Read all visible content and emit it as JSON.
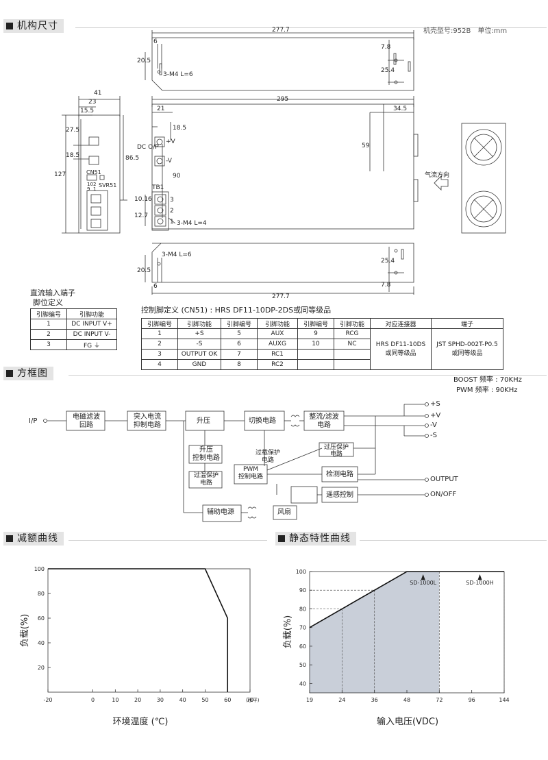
{
  "sections": {
    "mech": "机构尺寸",
    "block": "方框图",
    "derating": "减额曲线",
    "static": "静态特性曲线"
  },
  "case_info": "机壳型号:952B　单位:mm",
  "dims": {
    "top_len": "277.7",
    "top_6": "6",
    "top_20_5": "20.5",
    "top_screw": "3-M4  L=6",
    "top_7_8": "7.8",
    "top_25_4": "25.4",
    "front_41": "41",
    "front_23": "23",
    "front_15_5": "15.5",
    "front_27_5": "27.5",
    "front_18_5": "18.5",
    "front_127": "127",
    "front_86_5": "86.5",
    "front_cn51": "CN51",
    "front_svr51": "SVR51",
    "front_pin10": "10",
    "front_pin9": "9",
    "front_pin2": "2",
    "front_pin1": "1",
    "side_295": "295",
    "side_21": "21",
    "side_34_5": "34.5",
    "side_18_5": "18.5",
    "side_59": "59",
    "side_90": "90",
    "side_dcop": "DC O/P",
    "side_plus_v": "+V",
    "side_minus_v": "-V",
    "side_tb1": "TB1",
    "side_10_16": "10.16",
    "side_12_7": "12.7",
    "side_t3": "3",
    "side_t2": "2",
    "side_t1": "1",
    "side_screw": "3-M4  L=4",
    "airflow": "气流方向",
    "bot_screw": "3-M4  L=6",
    "bot_20_5": "20.5",
    "bot_6": "6",
    "bot_len": "277.7",
    "bot_25_4": "25.4",
    "bot_7_8": "7.8"
  },
  "dc_input": {
    "title1": "直流输入端子",
    "title2": "脚位定义",
    "headers": [
      "引脚编号",
      "引脚功能"
    ],
    "rows": [
      [
        "1",
        "DC INPUT V+"
      ],
      [
        "2",
        "DC INPUT V-"
      ],
      [
        "3",
        "FG ⏚"
      ]
    ]
  },
  "cn51": {
    "title": "控制脚定义 (CN51) : HRS DF11-10DP-2DS或同等级品",
    "headers": [
      "引脚编号",
      "引脚功能",
      "引脚编号",
      "引脚功能",
      "引脚编号",
      "引脚功能",
      "对应连接器",
      "端子"
    ],
    "rows": [
      [
        "1",
        "+S",
        "5",
        "AUX",
        "9",
        "RCG"
      ],
      [
        "2",
        "-S",
        "6",
        "AUXG",
        "10",
        "NC"
      ],
      [
        "3",
        "OUTPUT OK",
        "7",
        "RC1",
        "",
        ""
      ],
      [
        "4",
        "GND",
        "8",
        "RC2",
        "",
        ""
      ]
    ],
    "connector": [
      "HRS DF11-10DS",
      "或同等级品"
    ],
    "terminal": [
      "JST SPHD-002T-P0.5",
      "或同等级品"
    ]
  },
  "freq": {
    "boost": "BOOST 频率 : 70KHz",
    "pwm": "PWM 频率 : 90KHz"
  },
  "block": {
    "ip": "I/P",
    "emi": [
      "电磁滤波",
      "回路"
    ],
    "inrush": [
      "突入电流",
      "抑制电路"
    ],
    "boost": "升压",
    "switch": "切换电路",
    "rect": [
      "整流/滤波",
      "电路"
    ],
    "boost_ctrl": [
      "升压",
      "控制电路"
    ],
    "otp": [
      "过温保护",
      "电路"
    ],
    "ocp": [
      "过载保护",
      "电路"
    ],
    "ovp": [
      "过压保护",
      "电路"
    ],
    "pwm": [
      "PWM",
      "控制电路"
    ],
    "detect": "检测电路",
    "remote": "遥感控制",
    "aux": "辅助电源",
    "fan": "风扇",
    "out_s_plus": "+S",
    "out_v_plus": "+V",
    "out_v_minus": "-V",
    "out_s_minus": "-S",
    "output": "OUTPUT",
    "onoff": "ON/OFF"
  },
  "chart_data": [
    {
      "type": "line",
      "title": "",
      "xlabel": "环境温度 (℃)",
      "ylabel": "负载(%)",
      "x_unit": "(水平)",
      "xticks": [
        -20,
        0,
        10,
        20,
        30,
        40,
        50,
        60,
        70
      ],
      "yticks": [
        20,
        40,
        60,
        80,
        100
      ],
      "xlim": [
        -20,
        70
      ],
      "ylim": [
        0,
        100
      ],
      "series": [
        {
          "x": [
            -20,
            50,
            60,
            60
          ],
          "y": [
            100,
            100,
            60,
            0
          ]
        }
      ]
    },
    {
      "type": "line",
      "title": "",
      "xlabel": "输入电压(VDC)",
      "ylabel": "负载(%)",
      "xticks": [
        19,
        24,
        36,
        48,
        72,
        96,
        144
      ],
      "yticks": [
        40,
        50,
        60,
        70,
        80,
        90,
        100
      ],
      "xlim": [
        19,
        144
      ],
      "ylim": [
        35,
        100
      ],
      "series": [
        {
          "x": [
            19,
            48,
            144
          ],
          "y": [
            70,
            100,
            100
          ]
        }
      ],
      "annotations": [
        "SD-1000L",
        "SD-1000H"
      ]
    }
  ]
}
